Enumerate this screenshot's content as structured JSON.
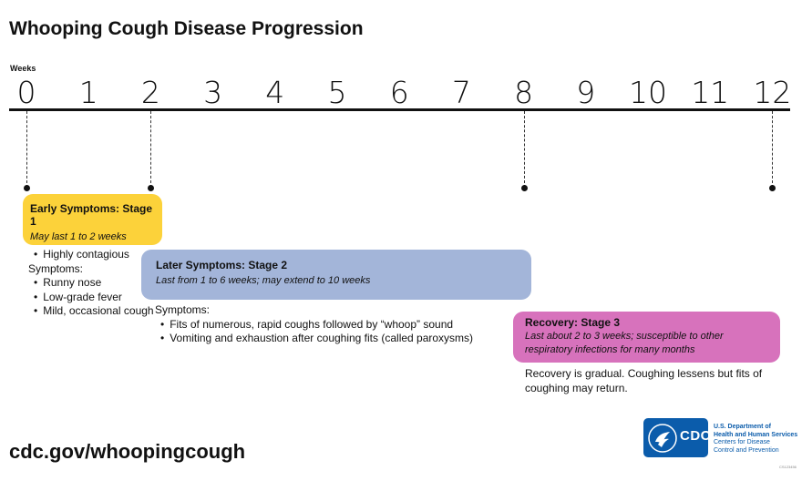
{
  "title": "Whooping Cough Disease Progression",
  "axis": {
    "label": "Weeks",
    "ticks": [
      "0",
      "1",
      "2",
      "3",
      "4",
      "5",
      "6",
      "7",
      "8",
      "9",
      "10",
      "11",
      "12"
    ],
    "markers": [
      "0",
      "2",
      "8",
      "12"
    ]
  },
  "stages": [
    {
      "title": "Early Symptoms: Stage 1",
      "duration": "May last 1 to 2 weeks",
      "color": "#fcd23a",
      "details": [
        "Highly contagious",
        "Symptoms:",
        "Runny nose",
        "Low-grade fever",
        "Mild, occasional cough"
      ]
    },
    {
      "title": "Later Symptoms: Stage 2",
      "duration": "Last from 1 to 6 weeks; may extend to 10 weeks",
      "color": "#a3b5d9",
      "details": [
        "Symptoms:",
        "Fits of numerous, rapid coughs followed by “whoop” sound",
        "Vomiting and exhaustion after coughing fits (called paroxysms)"
      ]
    },
    {
      "title": "Recovery: Stage 3",
      "duration": "Last about 2 to 3 weeks; susceptible to other respiratory infections for many months",
      "color": "#d772bc",
      "details": [
        "Recovery is gradual. Coughing lessens but fits of coughing may return."
      ]
    }
  ],
  "footer": {
    "url": "cdc.gov/whoopingcough",
    "logo": {
      "icon": "hhs-eagle-icon",
      "text": "CDC",
      "color": "#0b5cab"
    },
    "org_line1": "U.S. Department of",
    "org_line2": "Health and Human Services",
    "org_line3": "Centers for Disease",
    "org_line4": "Control and Prevention",
    "code": "CS123456"
  }
}
